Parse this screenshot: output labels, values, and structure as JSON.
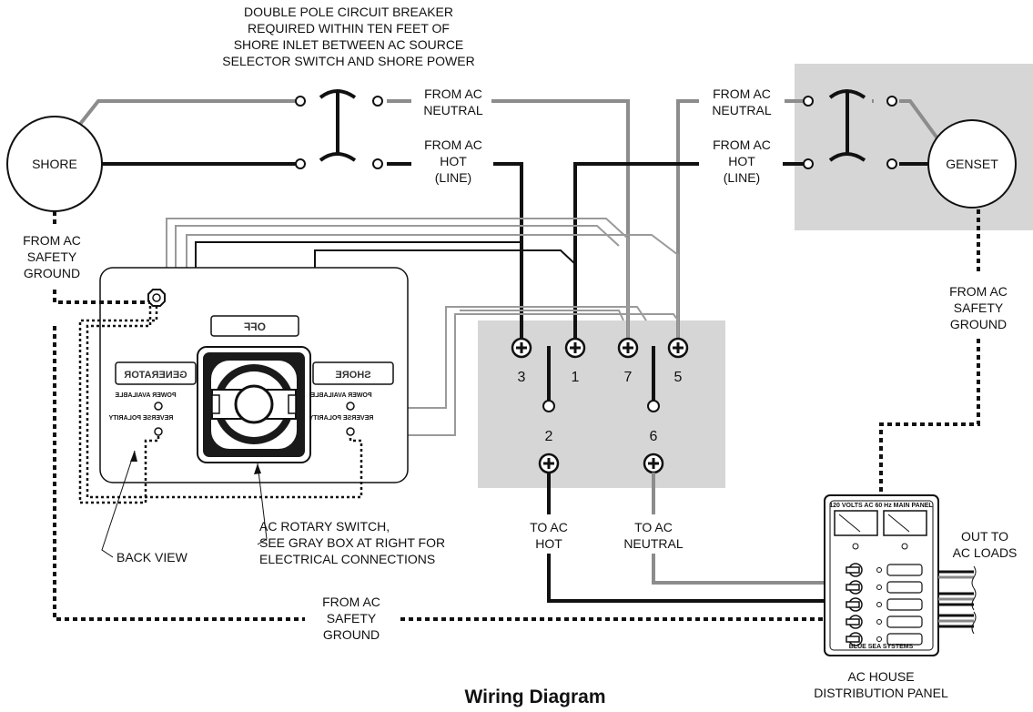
{
  "breaker_note": [
    "DOUBLE POLE CIRCUIT BREAKER",
    "REQUIRED WITHIN TEN FEET OF",
    "SHORE INLET BETWEEN AC SOURCE",
    "SELECTOR SWITCH AND SHORE POWER"
  ],
  "sources": {
    "shore": "SHORE",
    "genset": "GENSET"
  },
  "wires": {
    "neutral": [
      "FROM AC",
      "NEUTRAL"
    ],
    "hot": [
      "FROM AC",
      "HOT",
      "(LINE)"
    ],
    "ground": [
      "FROM AC",
      "SAFETY",
      "GROUND"
    ]
  },
  "switch_panel": {
    "off": "OFF",
    "generator": "GENERATOR",
    "shore": "SHORE",
    "power_available": "POWER AVAILABLE",
    "reverse_polarity": "REVERSE POLARITY"
  },
  "terminals": {
    "t3": "3",
    "t1": "1",
    "t7": "7",
    "t5": "5",
    "t2": "2",
    "t6": "6"
  },
  "outputs": {
    "to_hot": [
      "TO AC",
      "HOT"
    ],
    "to_neutral": [
      "TO AC",
      "NEUTRAL"
    ],
    "out_loads": [
      "OUT TO",
      "AC LOADS"
    ]
  },
  "callouts": {
    "back_view": "BACK VIEW",
    "rotary": [
      "AC ROTARY SWITCH,",
      "SEE GRAY BOX AT RIGHT FOR",
      "ELECTRICAL CONNECTIONS"
    ]
  },
  "panel_label": [
    "AC HOUSE",
    "DISTRIBUTION PANEL"
  ],
  "panel_fine": {
    "top": "120 VOLTS AC 60 Hz MAIN PANEL",
    "bottom": "BLUE SEA SYSTEMS"
  },
  "title": "Wiring Diagram"
}
